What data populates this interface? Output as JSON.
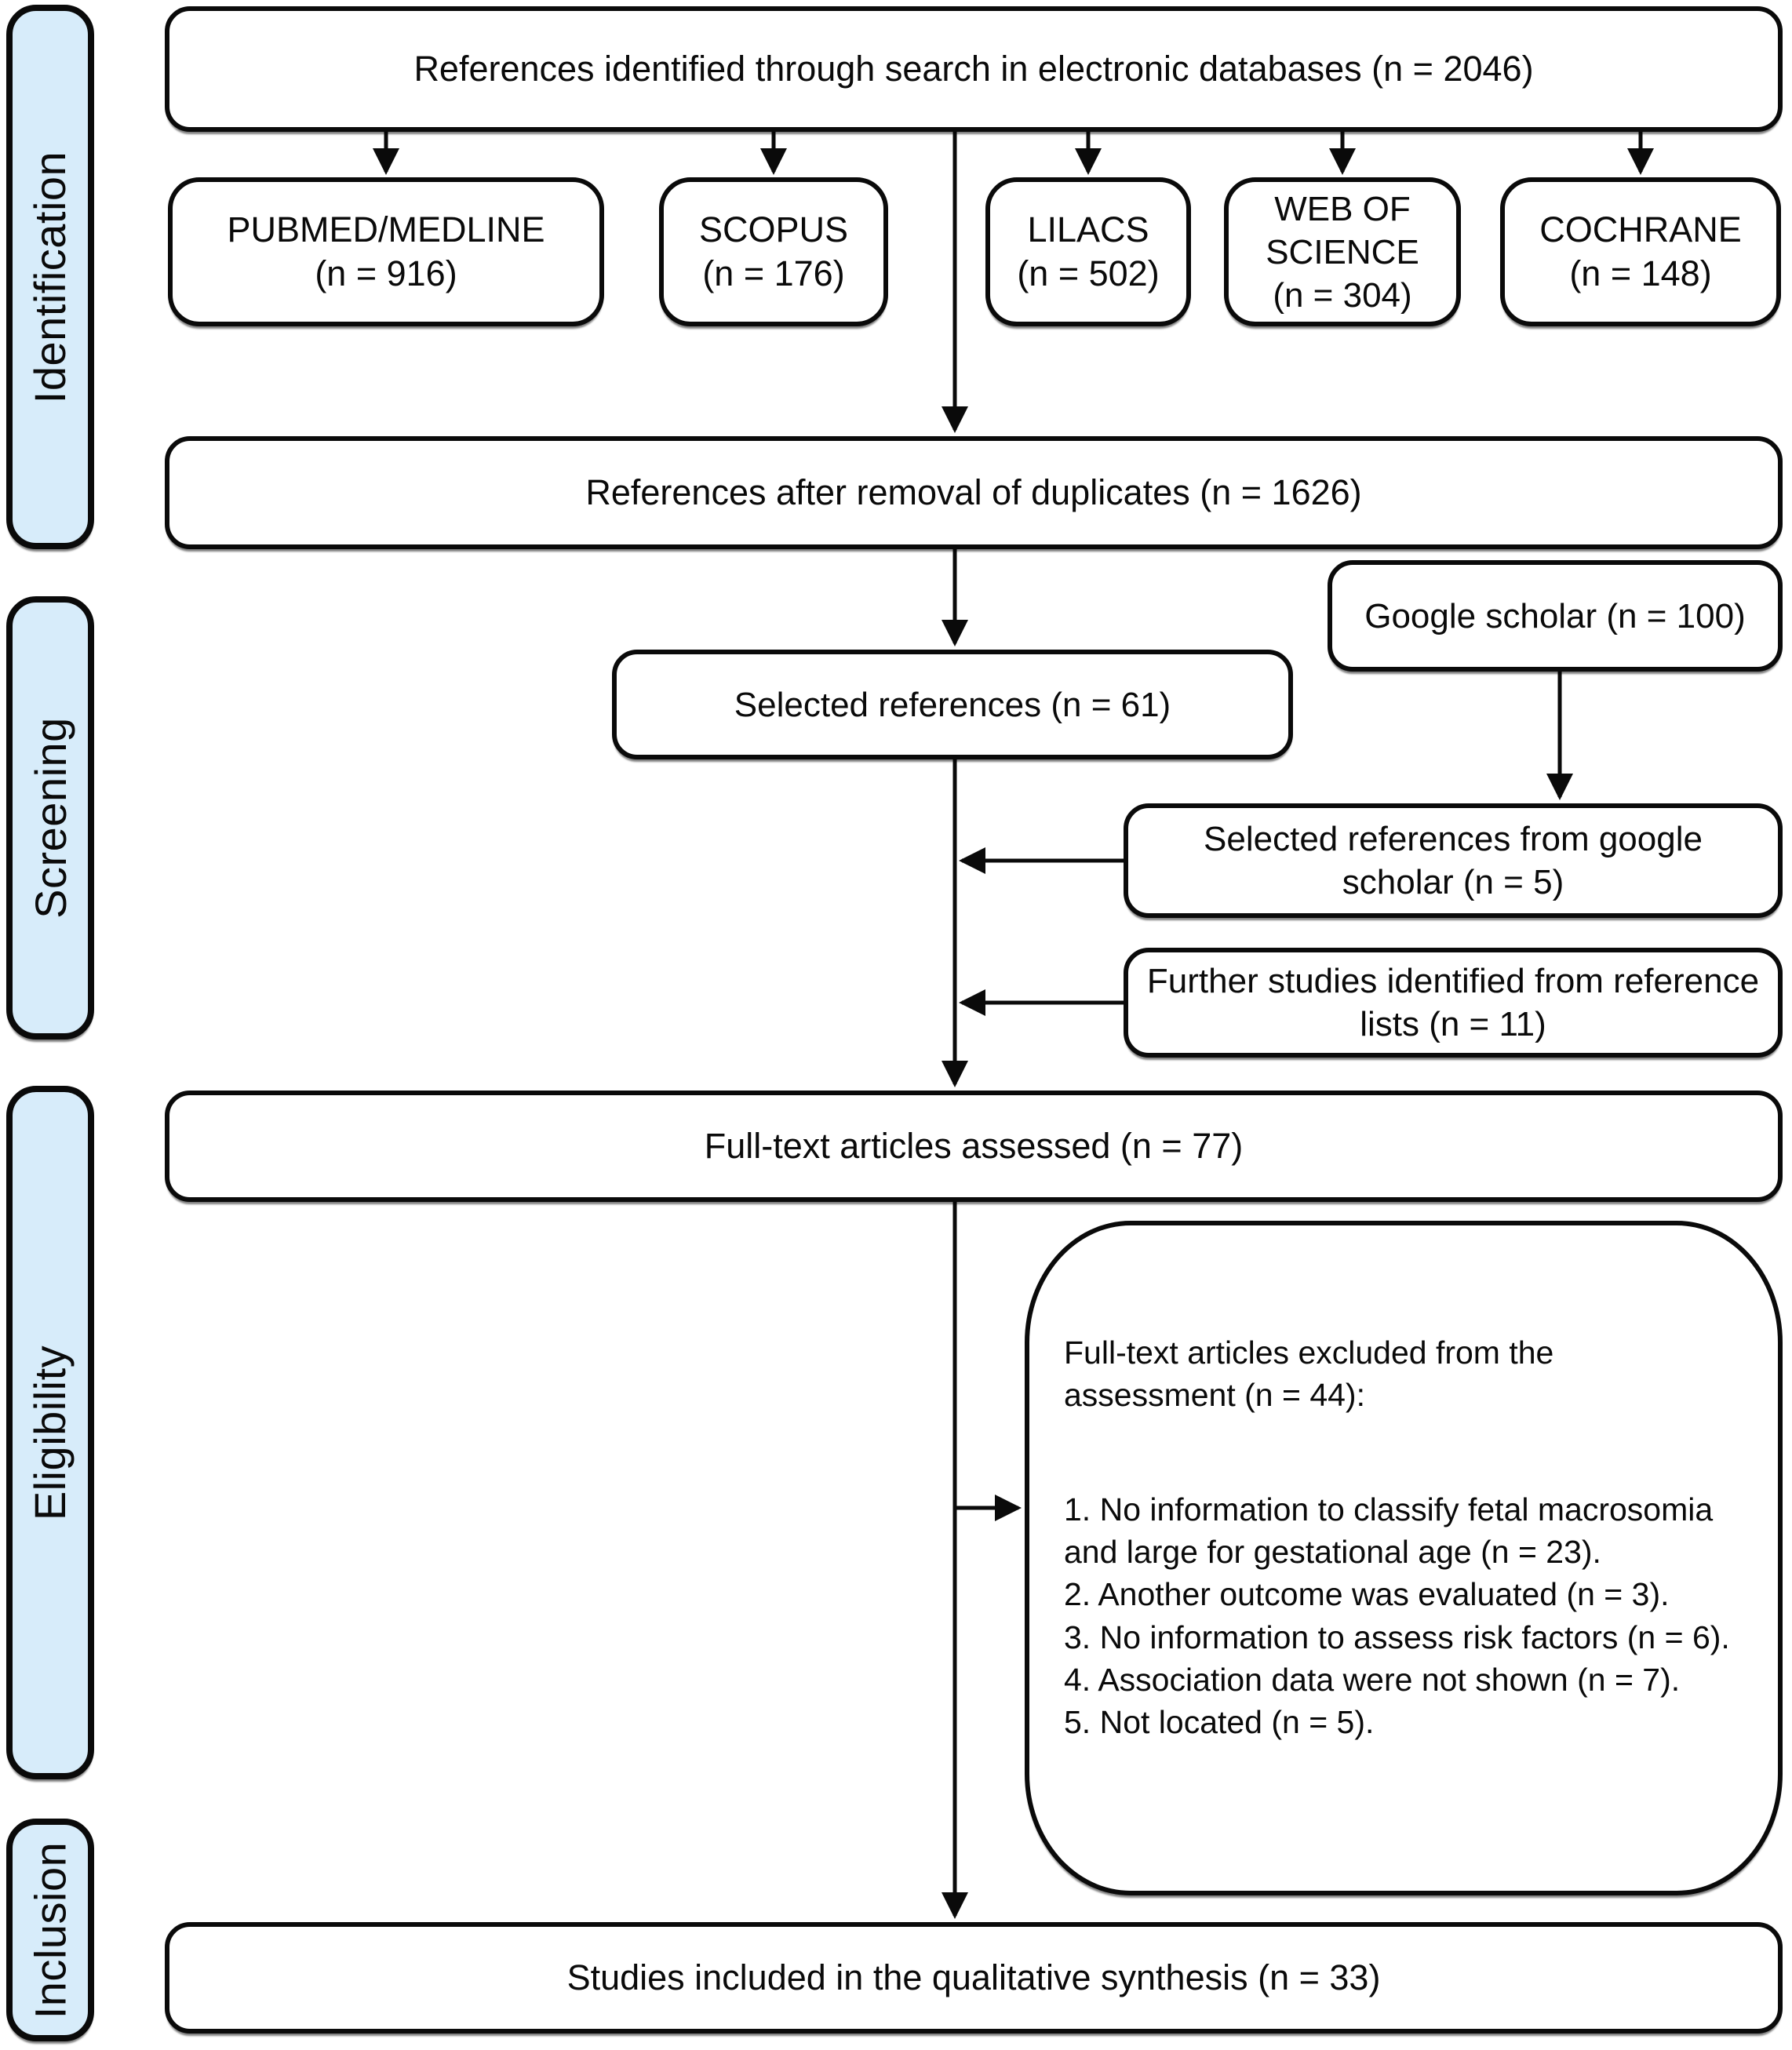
{
  "palette": {
    "sidebar_fill": "#d7ecfa",
    "line_color": "#0a0a0a",
    "background": "#ffffff"
  },
  "stages": [
    {
      "label": "Identification"
    },
    {
      "label": "Screening"
    },
    {
      "label": "Eligibility"
    },
    {
      "label": "Inclusion"
    }
  ],
  "identification": {
    "sources_total": "References identified through search in electronic databases (n = 2046)",
    "databases": [
      {
        "name": "PUBMED/MEDLINE",
        "count": "(n = 916)"
      },
      {
        "name": "SCOPUS",
        "count": "(n = 176)"
      },
      {
        "name": "LILACS",
        "count": "(n = 502)"
      },
      {
        "name": "WEB OF SCIENCE",
        "count": "(n = 304)"
      },
      {
        "name": "COCHRANE",
        "count": "(n = 148)"
      }
    ],
    "after_duplicates": "References after removal of duplicates (n = 1626)"
  },
  "screening": {
    "google_scholar": "Google scholar (n = 100)",
    "selected_references": "Selected references (n = 61)",
    "google_scholar_selected": "Selected references from google scholar (n = 5)",
    "further_studies": "Further studies identified from reference lists (n = 11)"
  },
  "eligibility": {
    "full_text_assessed": "Full-text articles assessed (n = 77)",
    "excluded": {
      "heading": "Full-text articles excluded from the assessment (n = 44):",
      "items": [
        "1. No information to classify fetal macrosomia and large for gestational age (n = 23).",
        "2. Another outcome was evaluated (n = 3).",
        "3. No information to assess risk factors (n = 6).",
        "4. Association data were not shown (n = 7).",
        "5. Not located (n = 5)."
      ]
    }
  },
  "inclusion": {
    "included": "Studies included in the qualitative synthesis (n = 33)"
  }
}
